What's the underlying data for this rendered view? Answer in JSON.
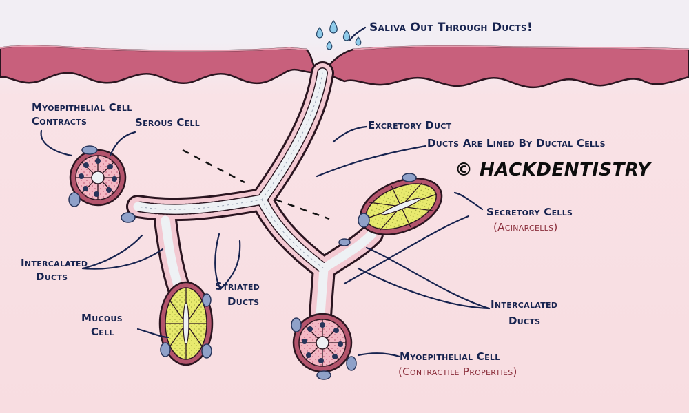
{
  "labels": {
    "saliva_out": "Saliva Out Through Ducts!",
    "myoepithelial_contracts_1": "Myoepithelial Cell",
    "myoepithelial_contracts_2": "Contracts",
    "serous_cell": "Serous Cell",
    "excretory_duct": "Excretory Duct",
    "ducts_lined": "Ducts Are Lined By Ductal Cells",
    "secretory_cells": "Secretory Cells",
    "acinar_cells": "(Acinarcells)",
    "intercalated_left_1": "Intercalated",
    "intercalated_left_2": "Ducts",
    "striated_1": "Striated",
    "striated_2": "Ducts",
    "mucous_1": "Mucous",
    "mucous_2": "Cell",
    "intercalated_right_1": "Intercalated",
    "intercalated_right_2": "Ducts",
    "myoepithelial_1": "Myoepithelial Cell",
    "myoepithelial_2": "(Contractile Properties)"
  },
  "watermark": "© HACKDENTISTRY",
  "colors": {
    "background": "#f8dde1",
    "mucosa": "#c8607c",
    "mucosa_edge": "#2a1520",
    "duct_fill": "#eef1f4",
    "serous_fill": "#f3b8c4",
    "mucous_fill": "#e8ea6e",
    "myoepithelial": "#27345a",
    "label_text": "#17234f",
    "sub_label_text": "#8b2f3c",
    "saliva_drop": "#8ecbea"
  }
}
